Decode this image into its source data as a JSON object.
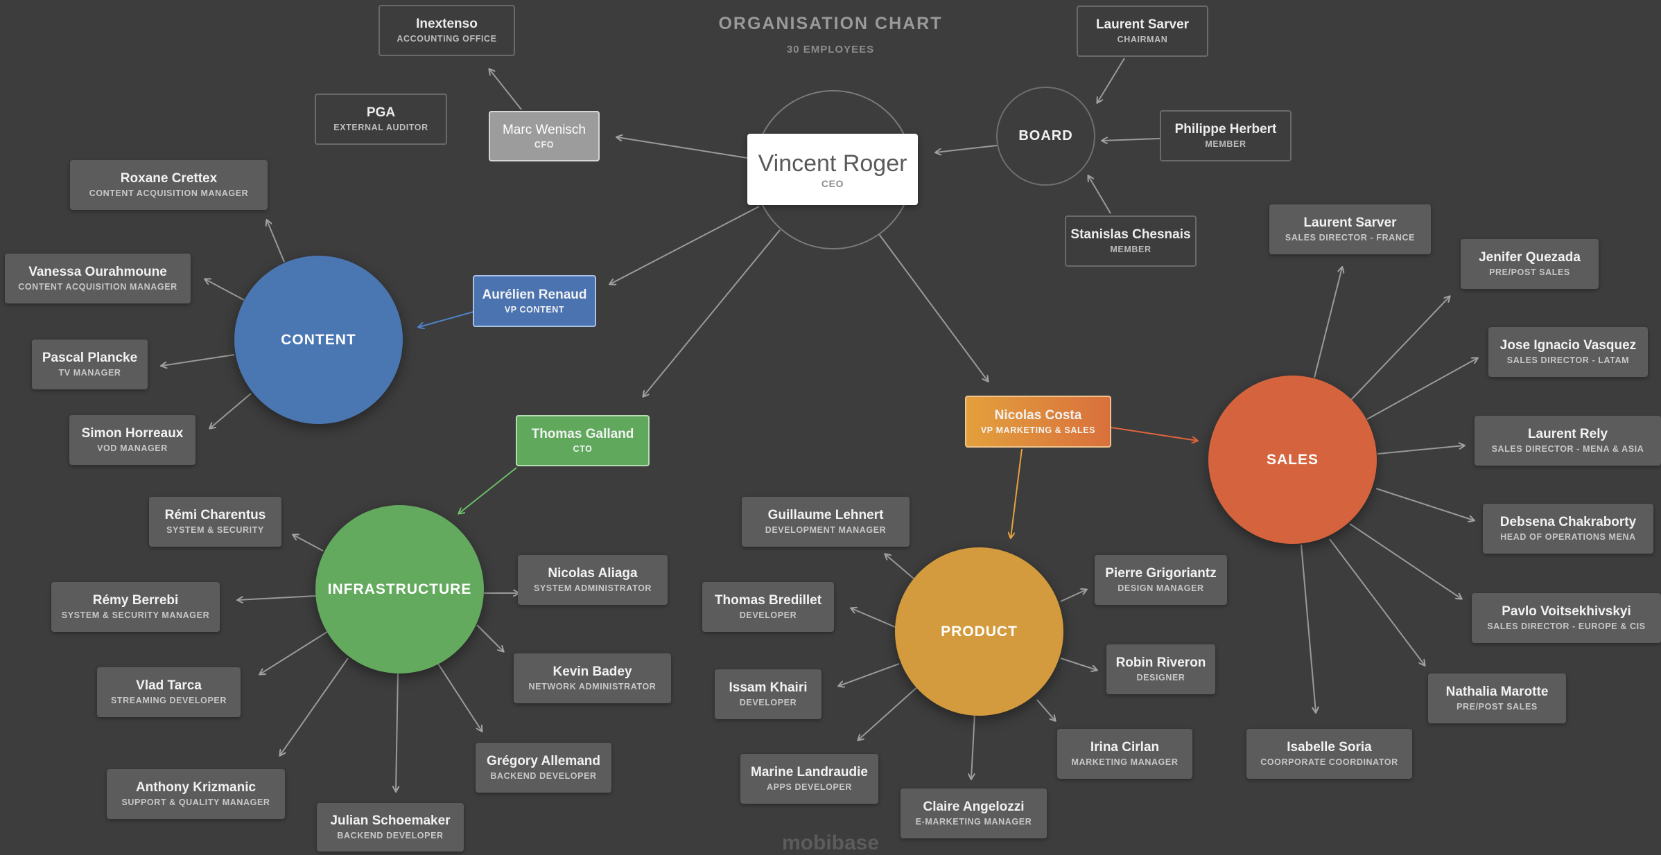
{
  "header": {
    "title": "ORGANISATION CHART",
    "subtitle": "30 EMPLOYEES"
  },
  "ceo": {
    "name": "Vincent Roger",
    "role": "CEO"
  },
  "board": {
    "label": "BOARD"
  },
  "board_members": [
    {
      "name": "Laurent Sarver",
      "role": "CHAIRMAN"
    },
    {
      "name": "Philippe Herbert",
      "role": "MEMBER"
    },
    {
      "name": "Stanislas Chesnais",
      "role": "MEMBER"
    }
  ],
  "finance": {
    "cfo": {
      "name": "Marc Wenisch",
      "role": "CFO"
    },
    "external": [
      {
        "name": "Inextenso",
        "role": "ACCOUNTING OFFICE"
      },
      {
        "name": "PGA",
        "role": "EXTERNAL AUDITOR"
      }
    ]
  },
  "vps": {
    "content": {
      "name": "Aurélien Renaud",
      "role": "VP CONTENT"
    },
    "cto": {
      "name": "Thomas Galland",
      "role": "CTO"
    },
    "sales": {
      "name": "Nicolas Costa",
      "role": "VP MARKETING & SALES"
    }
  },
  "departments": {
    "content": {
      "label": "CONTENT",
      "color": "#4a76b2",
      "members": [
        {
          "name": "Roxane Crettex",
          "role": "CONTENT ACQUISITION MANAGER"
        },
        {
          "name": "Vanessa Ourahmoune",
          "role": "CONTENT ACQUISITION MANAGER"
        },
        {
          "name": "Pascal Plancke",
          "role": "TV MANAGER"
        },
        {
          "name": "Simon Horreaux",
          "role": "VOD MANAGER"
        }
      ]
    },
    "infrastructure": {
      "label": "INFRASTRUCTURE",
      "color": "#63aa5f",
      "members": [
        {
          "name": "Rémi Charentus",
          "role": "SYSTEM & SECURITY"
        },
        {
          "name": "Rémy Berrebi",
          "role": "SYSTEM & SECURITY MANAGER"
        },
        {
          "name": "Vlad Tarca",
          "role": "STREAMING DEVELOPER"
        },
        {
          "name": "Anthony Krizmanic",
          "role": "SUPPORT & QUALITY MANAGER"
        },
        {
          "name": "Julian Schoemaker",
          "role": "BACKEND DEVELOPER"
        },
        {
          "name": "Grégory Allemand",
          "role": "BACKEND DEVELOPER"
        },
        {
          "name": "Kevin Badey",
          "role": "NETWORK ADMINISTRATOR"
        },
        {
          "name": "Nicolas Aliaga",
          "role": "SYSTEM ADMINISTRATOR"
        }
      ]
    },
    "product": {
      "label": "PRODUCT",
      "color": "#d39b3d",
      "members": [
        {
          "name": "Guillaume Lehnert",
          "role": "DEVELOPMENT MANAGER"
        },
        {
          "name": "Thomas Bredillet",
          "role": "DEVELOPER"
        },
        {
          "name": "Issam Khairi",
          "role": "DEVELOPER"
        },
        {
          "name": "Marine Landraudie",
          "role": "APPS DEVELOPER"
        },
        {
          "name": "Claire Angelozzi",
          "role": "E-MARKETING MANAGER"
        },
        {
          "name": "Irina Cirlan",
          "role": "MARKETING MANAGER"
        },
        {
          "name": "Robin Riveron",
          "role": "DESIGNER"
        },
        {
          "name": "Pierre Grigoriantz",
          "role": "DESIGN MANAGER"
        }
      ]
    },
    "sales": {
      "label": "SALES",
      "color": "#d5643e",
      "members": [
        {
          "name": "Laurent Sarver",
          "role": "SALES DIRECTOR - FRANCE"
        },
        {
          "name": "Jenifer Quezada",
          "role": "PRE/POST SALES"
        },
        {
          "name": "Jose Ignacio Vasquez",
          "role": "SALES DIRECTOR - LATAM"
        },
        {
          "name": "Laurent Rely",
          "role": "SALES DIRECTOR - MENA & ASIA"
        },
        {
          "name": "Debsena Chakraborty",
          "role": "HEAD OF OPERATIONS MENA"
        },
        {
          "name": "Pavlo Voitsekhivskyi",
          "role": "SALES DIRECTOR - EUROPE & CIS"
        },
        {
          "name": "Nathalia Marotte",
          "role": "PRE/POST SALES"
        },
        {
          "name": "Isabelle Soria",
          "role": "COORPORATE COORDINATOR"
        }
      ]
    }
  },
  "footer": {
    "logo": "mobibase"
  },
  "colors": {
    "background": "#3d3d3d",
    "connector": "#9a9a9a",
    "blue": "#4a76b2",
    "green": "#63aa5f",
    "orange": "#e0913a",
    "red": "#d5643e"
  }
}
